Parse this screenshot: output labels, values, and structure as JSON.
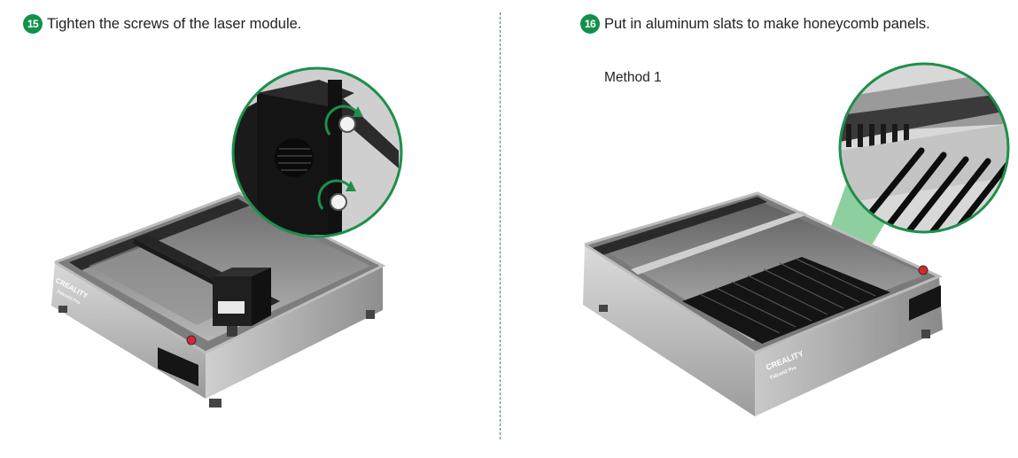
{
  "colors": {
    "accent": "#1e8f4a",
    "badge": "#12914a",
    "divider": "#3a8a5a"
  },
  "steps": [
    {
      "number": "15",
      "text": "Tighten the screws of the laser module."
    },
    {
      "number": "16",
      "text": "Put in aluminum slats to make honeycomb panels."
    }
  ],
  "method_label": "Method 1",
  "device": {
    "brand": "CREALITY",
    "model": "Falcon2 Pro"
  },
  "icons": [
    "clockwise-arrow-icon",
    "emergency-stop-icon",
    "control-panel-icon"
  ]
}
